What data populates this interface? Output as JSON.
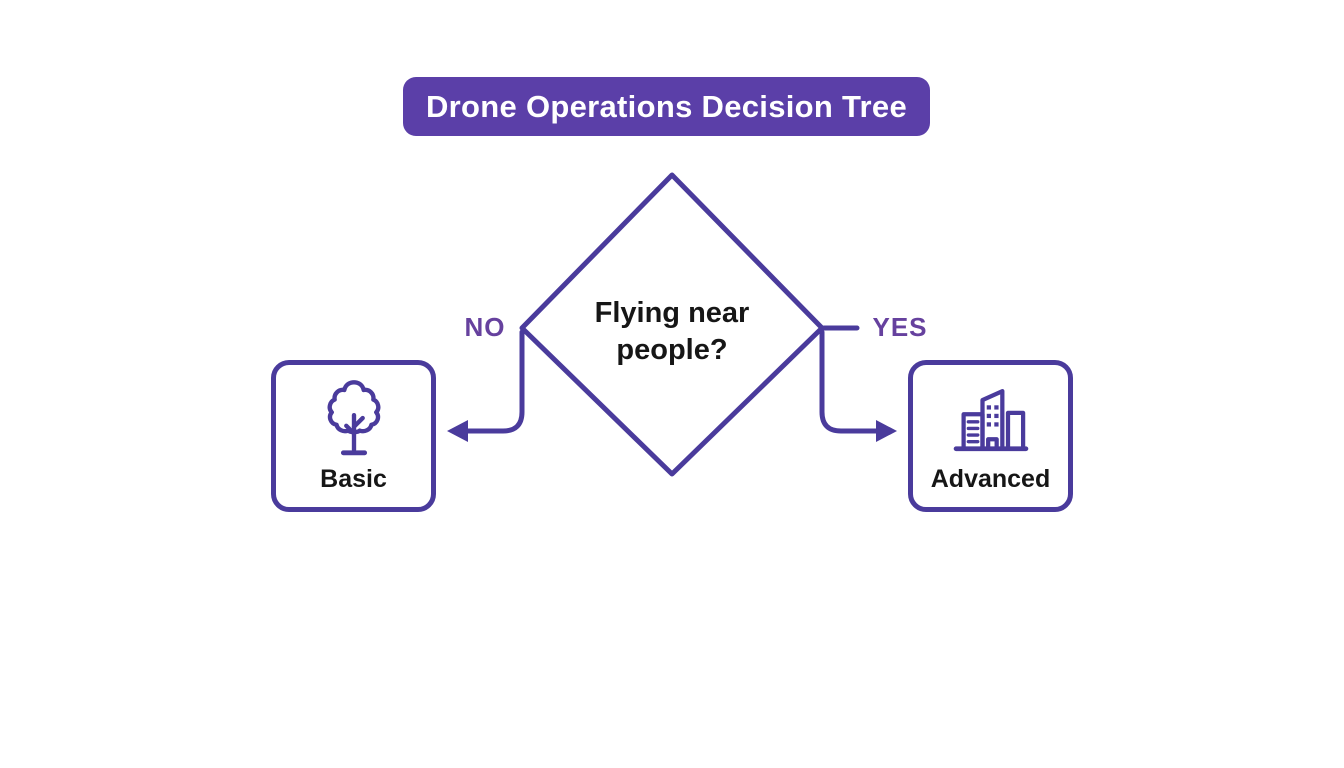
{
  "banner": {
    "title": "Drone Operations Decision Tree"
  },
  "decision": {
    "question": "Flying near people?"
  },
  "edges": {
    "no": "NO",
    "yes": "YES"
  },
  "outcomes": {
    "basic": {
      "label": "Basic",
      "icon": "tree-icon"
    },
    "advanced": {
      "label": "Advanced",
      "icon": "city-buildings-icon"
    }
  },
  "colors": {
    "banner-bg": "#5b3fa8",
    "stroke": "#4a3b9c",
    "edge-label": "#66419e",
    "dark-text": "#161616",
    "background": "#ffffff"
  }
}
